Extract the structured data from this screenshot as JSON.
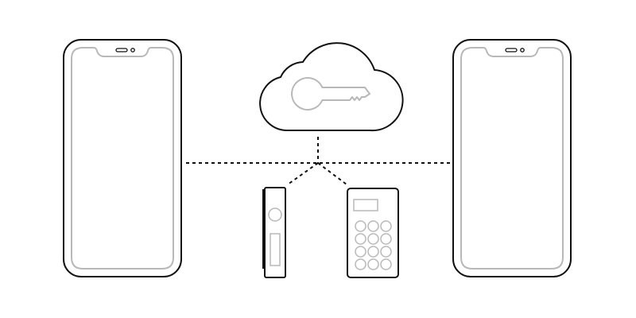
{
  "diagram": {
    "colors": {
      "background": "#ffffff",
      "outline": "#111111",
      "inner_line": "#b8b8b8",
      "connector": "#111111"
    },
    "nodes": [
      {
        "id": "left-phone",
        "icon": "smartphone-icon"
      },
      {
        "id": "right-phone",
        "icon": "smartphone-icon"
      },
      {
        "id": "cloud-backup",
        "icon": "cloud-key-icon"
      },
      {
        "id": "usb-hardware-key",
        "icon": "usb-key-device-icon"
      },
      {
        "id": "keypad-hardware-wallet",
        "icon": "keypad-device-icon"
      }
    ],
    "connectors": [
      {
        "from": "left-phone",
        "to": "right-phone",
        "style": "dashed"
      },
      {
        "from": "cloud-backup",
        "to": "junction",
        "style": "dashed"
      },
      {
        "from": "junction",
        "to": "usb-hardware-key",
        "style": "dashed"
      },
      {
        "from": "junction",
        "to": "keypad-hardware-wallet",
        "style": "dashed"
      }
    ]
  }
}
